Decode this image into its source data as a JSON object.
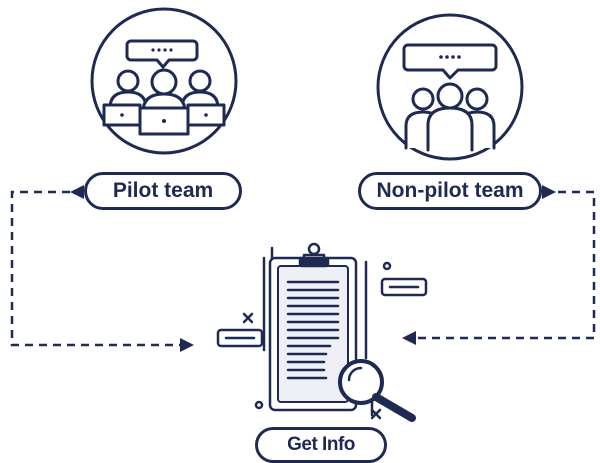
{
  "nodes": {
    "pilot_team": {
      "label": "Pilot team",
      "icon": "team-with-laptops-icon"
    },
    "non_pilot_team": {
      "label": "Non-pilot team",
      "icon": "group-discussion-icon"
    },
    "get_info": {
      "label": "Get Info",
      "icon": "document-search-icon"
    }
  },
  "colors": {
    "ink": "#1f2a52",
    "background": "#ffffff",
    "light": "#eef0f6"
  }
}
